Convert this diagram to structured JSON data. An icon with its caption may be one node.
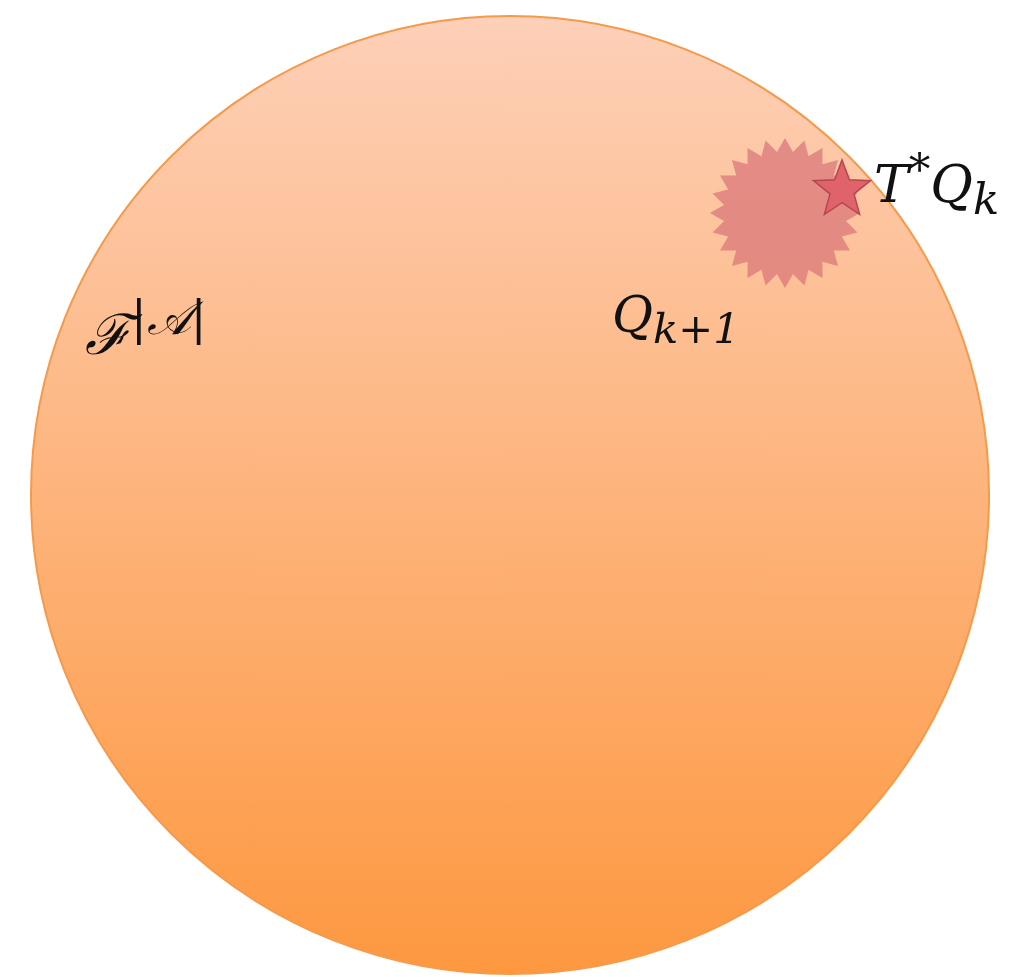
{
  "diagram": {
    "nodes": [
      {
        "text": [
          "ℱ$^{|𝒜|}$"
        ]
      },
      {
        "text": [],
        "shape": "burst",
        "in": 0
      },
      {
        "text": [
          "T$^{*}$Q$_{k}$"
        ],
        "in": 1
      }
    ],
    "labels": [
      "Q$_{k+1}$"
    ]
  }
}
